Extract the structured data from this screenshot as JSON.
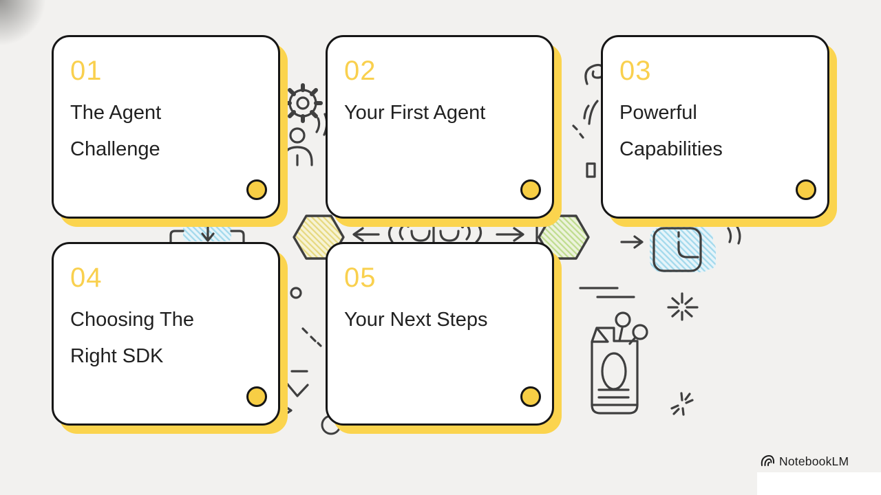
{
  "cards": [
    {
      "number": "01",
      "title": "The Agent Challenge"
    },
    {
      "number": "02",
      "title": "Your First Agent"
    },
    {
      "number": "03",
      "title": "Powerful Capabilities"
    },
    {
      "number": "04",
      "title": "Choosing The Right SDK"
    },
    {
      "number": "05",
      "title": "Your Next Steps"
    }
  ],
  "branding": {
    "logo_text": "NotebookLM"
  },
  "colors": {
    "background": "#f2f1ef",
    "accent_yellow": "#F9D04E",
    "card_shadow_yellow": "#FBD44E",
    "card_border": "#161616",
    "title_text": "#212121",
    "doodle_stroke": "#3f3f3f",
    "doodle_green": "#bfdc8e",
    "doodle_blue": "#a3d9ec",
    "doodle_yellow": "#e6d87e"
  },
  "doodle_icons": [
    "gear-icon",
    "person-icon",
    "spiral-squiggle-icon",
    "hexagon-yellow-icon",
    "hexagon-green-icon",
    "left-arrow-icon",
    "right-arrow-icon",
    "down-arrow-icon",
    "conversation-squiggle-icon",
    "flow-bracket-icon",
    "flowchart-node-icon",
    "signal-arcs-icon",
    "document-icon",
    "pin-circles-icon",
    "sparkle-burst-icon",
    "sparkle-small-icon",
    "dashed-line-icon",
    "chevron-v-icon",
    "chevron-right-icon",
    "circle-outline-icon"
  ]
}
